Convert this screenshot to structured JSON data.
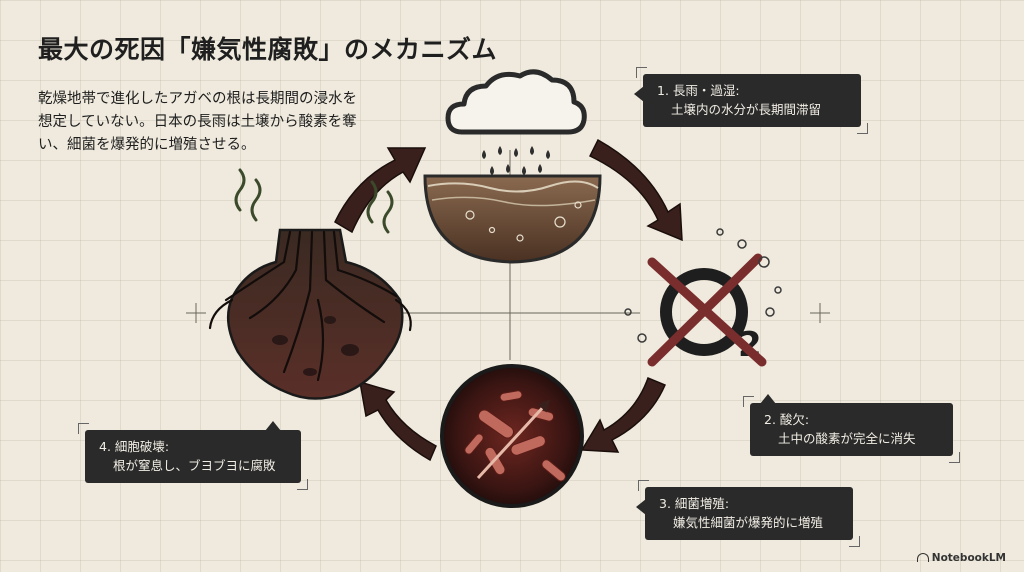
{
  "title": "最大の死因「嫌気性腐敗」のメカニズム",
  "intro": "乾燥地帯で進化したアガベの根は長期間の浸水を想定していない。日本の長雨は土壌から酸素を奪い、細菌を爆発的に増殖させる。",
  "steps": [
    {
      "title": "1. 長雨・過湿:",
      "desc": "土壌内の水分が長期間滞留"
    },
    {
      "title": "2. 酸欠:",
      "desc": "土中の酸素が完全に消失"
    },
    {
      "title": "3. 細菌増殖:",
      "desc": "嫌気性細菌が爆発的に増殖"
    },
    {
      "title": "4. 細胞破壊:",
      "desc": "根が窒息し、ブヨブヨに腐敗"
    }
  ],
  "o2_label": "2",
  "brand": "NotebookLM",
  "colors": {
    "arrow": "#3a201c",
    "panel": "#2a2a2a",
    "soil": "#6b4a36",
    "bacteria": "#7a2a24",
    "cross": "#7a2d2d"
  }
}
